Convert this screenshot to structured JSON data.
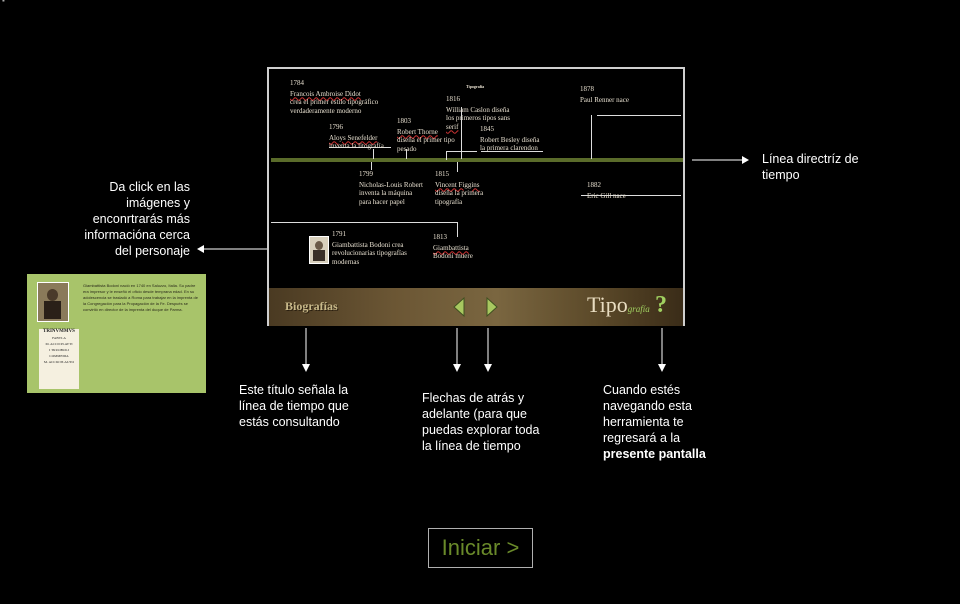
{
  "corner_mark": "▪",
  "timeline": {
    "top_label": "Tipografía",
    "entries": [
      {
        "year": "1784",
        "text_parts": [
          "Francois Ambroise Didot",
          "crea el primer estilo tipográfico",
          "verdaderamente moderno"
        ]
      },
      {
        "year": "1796",
        "text_parts": [
          "Aloys Senefelder",
          "inventa la litografía"
        ]
      },
      {
        "year": "1803",
        "text_parts": [
          "Robert Thorne",
          "diseña el primer tipo",
          "pesado"
        ]
      },
      {
        "year": "1816",
        "text_parts": [
          "William Caslon diseña",
          "los primeros tipos sans",
          "serif"
        ]
      },
      {
        "year": "1845",
        "text_parts": [
          "Robert Besley diseña",
          "la primera clarendon"
        ]
      },
      {
        "year": "1878",
        "text_parts": [
          "Paul Renner nace"
        ]
      },
      {
        "year": "1799",
        "text_parts": [
          "Nicholas-Louis Robert",
          "inventa la máquina",
          "para hacer papel"
        ]
      },
      {
        "year": "1815",
        "text_parts": [
          "Vincent Figgins",
          "diseña la primera",
          "tipografía"
        ]
      },
      {
        "year": "1882",
        "text_parts": [
          "Eric Gill nace"
        ]
      },
      {
        "year": "1791",
        "text_parts": [
          "Giambattista Bodoni crea",
          "revolucionarias tipografías",
          "modernas"
        ]
      },
      {
        "year": "1813",
        "text_parts": [
          "Giambattista",
          "Bodoni muere"
        ]
      }
    ],
    "footer_title": "Biografías",
    "logo_text": "Tipo",
    "logo_sub": "grafía",
    "help_symbol": "?"
  },
  "green_panel": {
    "text": "Giambattista Bodoni nació en 1740 en Saluzzo, Italia. Su padre era impresor y le enseñó el oficio desde temprana edad. En su adolescencia se trasladó a Roma para trabajar en la imprenta de la Congregación para la Propagación de la Fe. Después se convirtió en director de la imprenta del duque de Parma.",
    "book_title": "TRINVMMVS",
    "book_lines": [
      "FABVLA",
      "M. ACCII PLAVTI",
      "I TRUOBOLI",
      "COMMEDIA",
      "M. ACCIO PLAUTO"
    ]
  },
  "notes": {
    "click": "Da click en las imágenes y enconrtrarás más informacióna cerca del personaje",
    "timeline_line": "Línea directríz de tiempo",
    "title": "Este título señala la línea de tiempo que estás consultando",
    "arrows": "Flechas de atrás y adelante (para que puedas explorar toda la línea de tiempo",
    "help_prefix": "Cuando estés navegando esta herramienta te regresará a la",
    "help_bold": "presente pantalla"
  },
  "start_button": "Iniciar >",
  "colors": {
    "accent": "#6a8a2a",
    "timeline_bar": "#5a6b2a",
    "panel": "#a8c46a"
  }
}
